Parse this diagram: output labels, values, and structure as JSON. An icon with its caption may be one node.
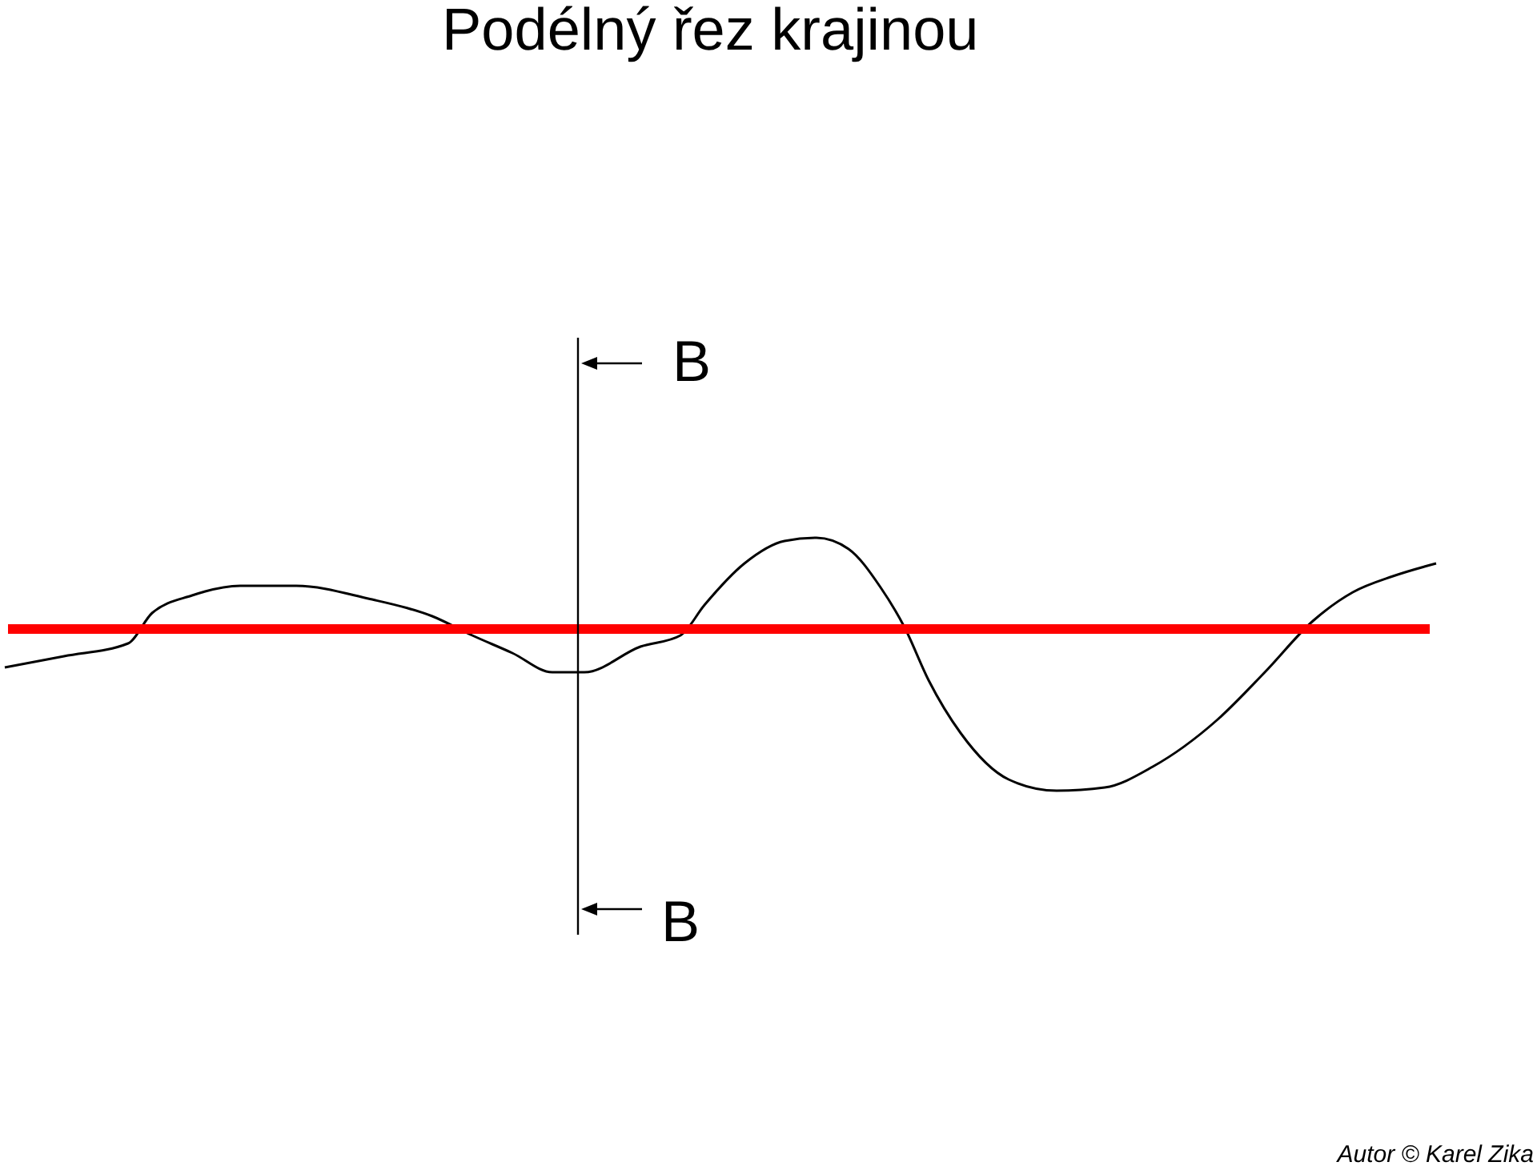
{
  "diagram": {
    "title": "Podélný řez krajinou",
    "labels": [
      "B",
      "B",
      "Autor © Karel Zika"
    ]
  }
}
